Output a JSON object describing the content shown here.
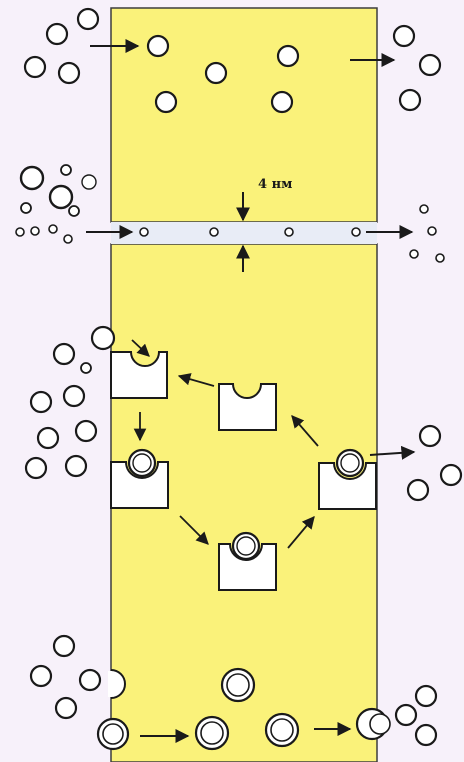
{
  "diagram": {
    "channel_width_label": "4 нм",
    "colors": {
      "background": "#f7f1fa",
      "membrane_fill": "#faf27a",
      "membrane_border": "#3c3c3c",
      "channel_fill": "#e8ecf6",
      "molecule_stroke": "#1a1a1a",
      "molecule_fill": "#ffffff",
      "carrier_fill": "#ffffff",
      "arrow": "#1a1a1a"
    },
    "panels": [
      "simple-diffusion",
      "channel-diffusion",
      "carrier-mediated-transport",
      "vesicular-transport"
    ]
  }
}
